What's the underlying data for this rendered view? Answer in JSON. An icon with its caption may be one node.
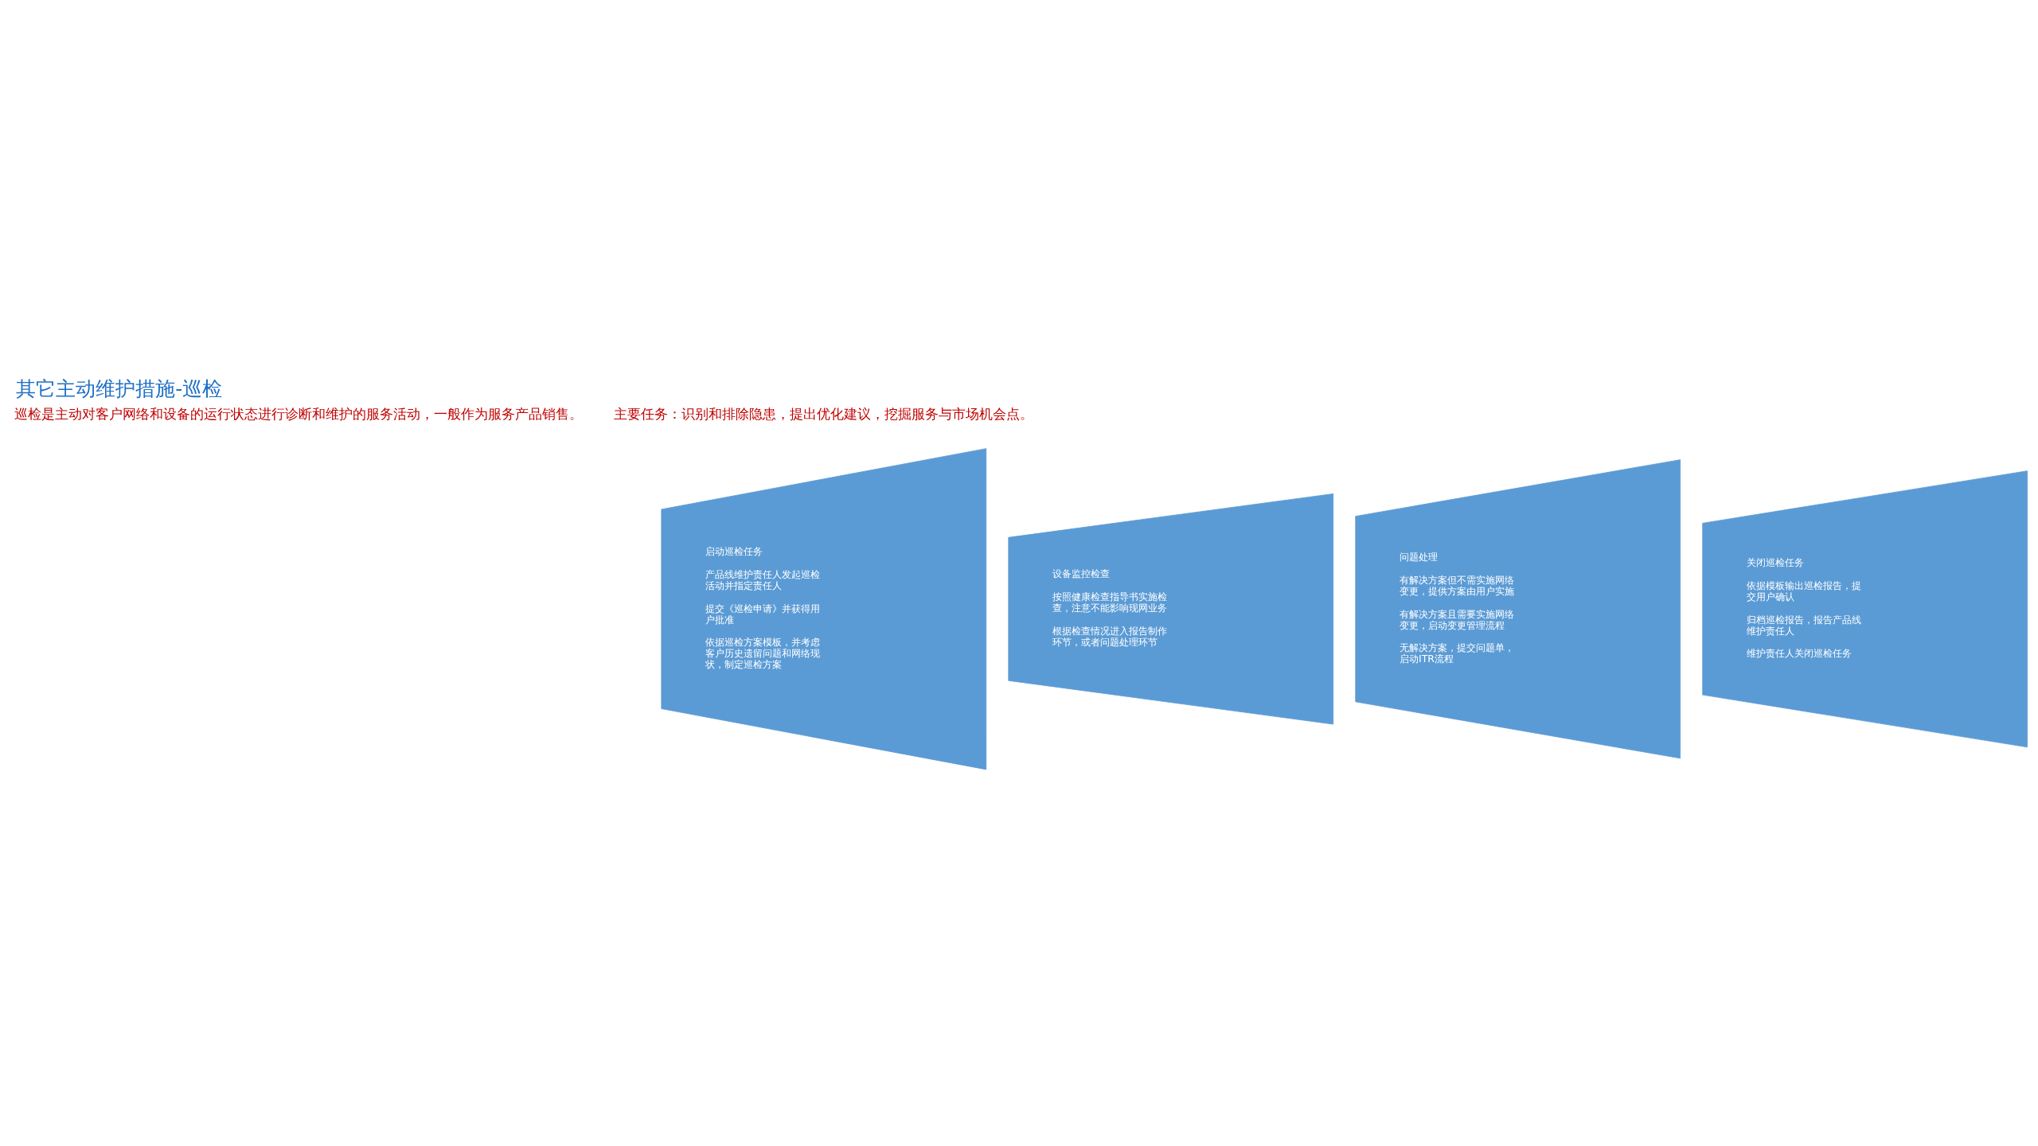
{
  "diagram": {
    "title": "其它主动维护措施-巡检",
    "nodes": [
      {
        "text": [
          "启动巡检任务",
          "产品线维护责任人发起巡检活动并指定责任人",
          "提交《巡检申请》并获得用户批准",
          "依据巡检方案模板，并考虑客户历史遗留问题和网络现状，制定巡检方案"
        ]
      },
      {
        "text": [
          "设备监控检查",
          "按照健康检查指导书实施检查，注意不能影响现网业务",
          "根据检查情况进入报告制作环节，或者问题处理环节"
        ]
      },
      {
        "text": [
          "问题处理",
          "有解决方案但不需实施网络变更，提供方案由用户实施",
          "有解决方案且需要实施网络变更，启动变更管理流程",
          "无解决方案，提交问题单，启动ITR流程"
        ]
      },
      {
        "text": [
          "关闭巡检任务",
          "依据模板输出巡检报告，提交用户确认",
          "归档巡检报告，报告产品线维护责任人",
          "维护责任人关闭巡检任务"
        ]
      }
    ],
    "edges": [],
    "labels": [
      "巡检是主动对客户网络和设备的运行状态进行诊断和维护的服务活动，一般作为服务产品销售。",
      "主要任务：识别和排除隐患，提出优化建议，挖掘服务与市场机会点。"
    ]
  }
}
